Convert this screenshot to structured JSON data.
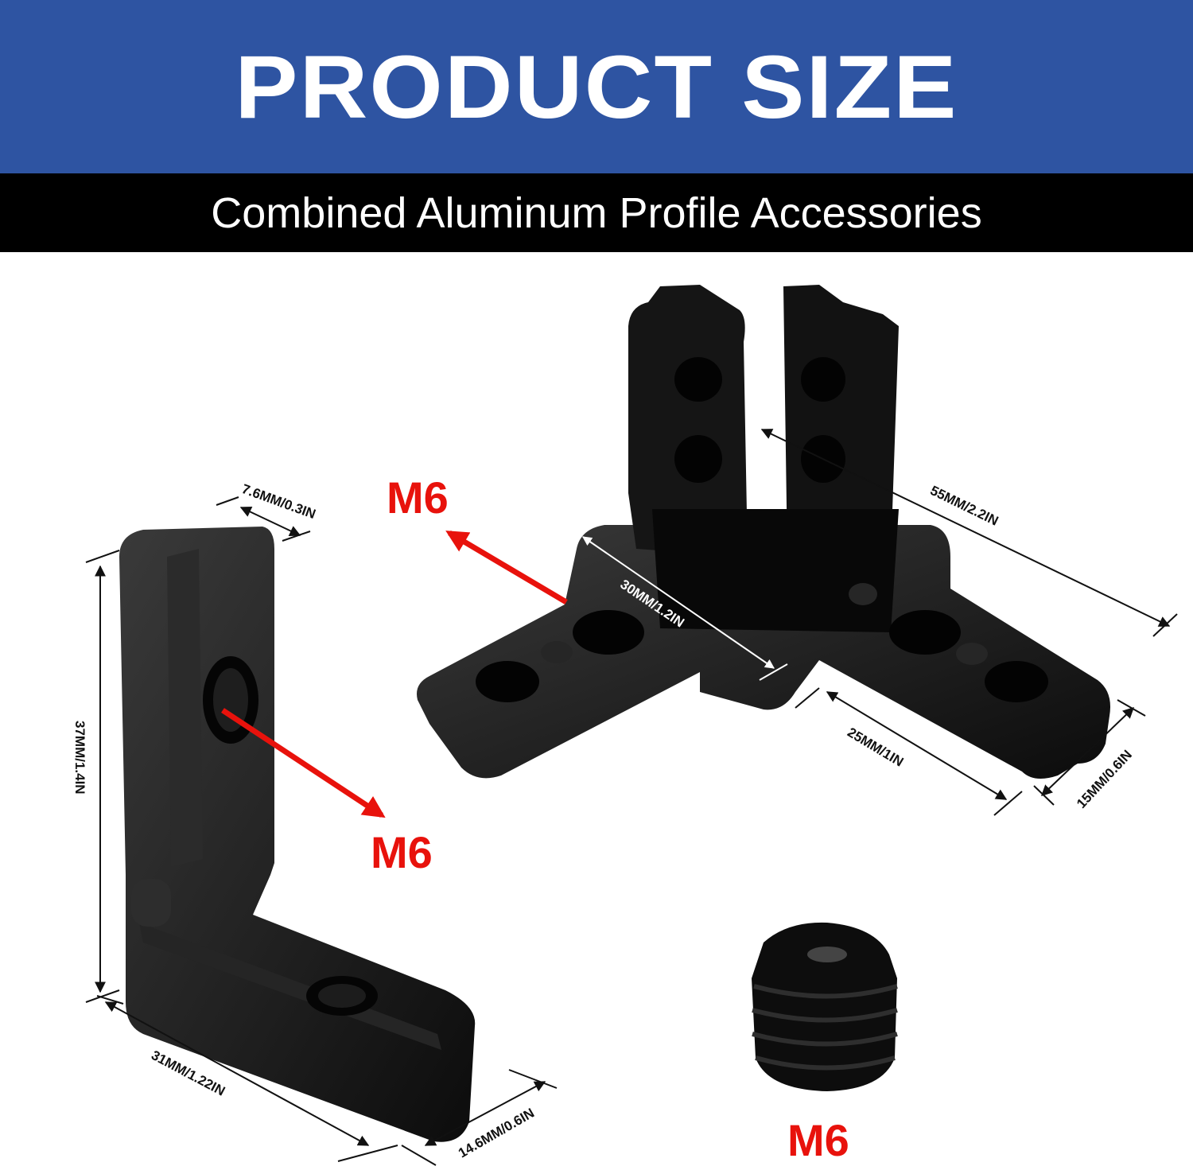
{
  "header": {
    "title": "PRODUCT SIZE",
    "subtitle": "Combined Aluminum Profile Accessories",
    "title_bg": "#2e54a2",
    "subtitle_bg": "#000000"
  },
  "products": {
    "l_bracket": {
      "name": "l-shaped-corner-connector",
      "thread_label": "M6",
      "dimensions": {
        "top_width": "7.6MM/0.3IN",
        "height": "37MM/1.4IN",
        "length": "31MM/1.22IN",
        "depth": "14.6MM/0.6IN"
      }
    },
    "three_way_corner": {
      "name": "3-way-corner-connector",
      "thread_label": "M6",
      "dimensions": {
        "overall": "55MM/2.2IN",
        "center": "30MM/1.2IN",
        "arm_length": "25MM/1IN",
        "arm_width": "15MM/0.6IN"
      }
    },
    "set_screw": {
      "name": "set-screw",
      "thread_label": "M6"
    }
  },
  "colors": {
    "accent_red": "#e8120c",
    "part_black": "#111111"
  }
}
